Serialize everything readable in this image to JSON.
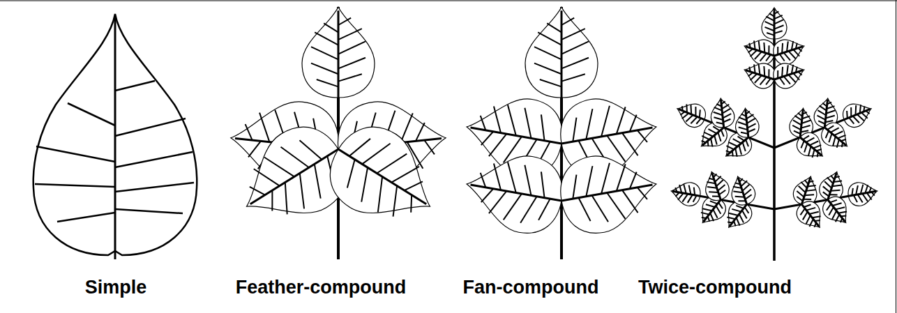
{
  "diagram": {
    "labels": [
      "Simple",
      "Feather-compound",
      "Fan-compound",
      "Twice-compound"
    ]
  }
}
